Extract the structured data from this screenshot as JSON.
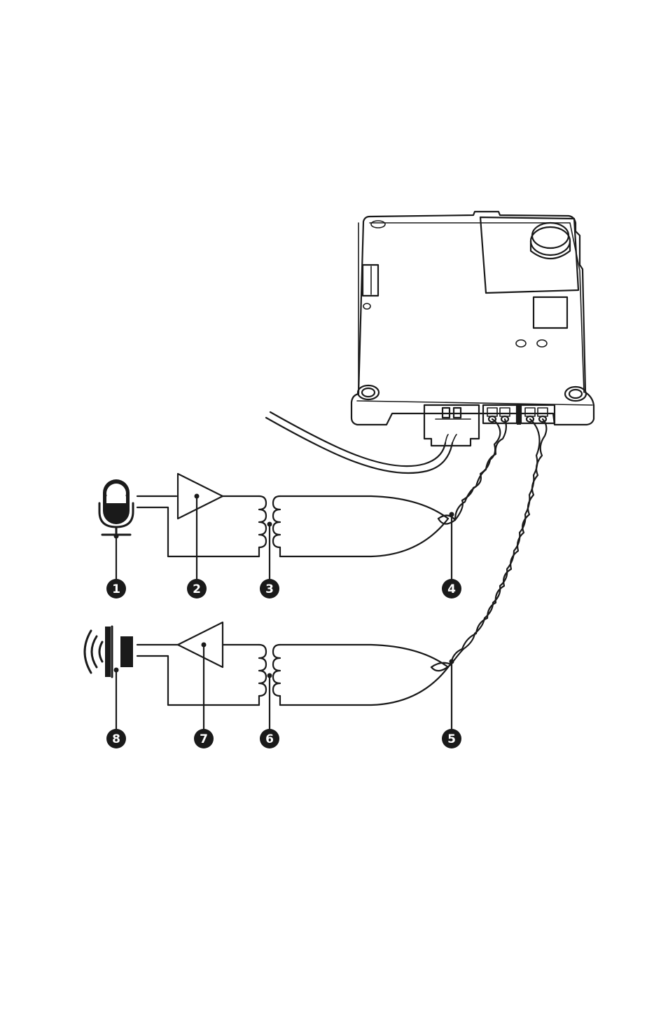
{
  "callouts": [
    {
      "id": "1",
      "label": "1",
      "target": "microphone"
    },
    {
      "id": "2",
      "label": "2",
      "target": "microphone-amplifier"
    },
    {
      "id": "3",
      "label": "3",
      "target": "input-transformer"
    },
    {
      "id": "4",
      "label": "4",
      "target": "input-twisted-pair"
    },
    {
      "id": "5",
      "label": "5",
      "target": "output-twisted-pair"
    },
    {
      "id": "6",
      "label": "6",
      "target": "output-transformer"
    },
    {
      "id": "7",
      "label": "7",
      "target": "speaker-amplifier"
    },
    {
      "id": "8",
      "label": "8",
      "target": "loudspeaker"
    }
  ],
  "colors": {
    "ink": "#1a1a1a",
    "background": "#ffffff",
    "device_shade": "#ffffff"
  },
  "icons": [
    "microphone-icon",
    "amplifier-icon",
    "transformer-icon",
    "loudspeaker-icon",
    "circuit-module-icon"
  ]
}
